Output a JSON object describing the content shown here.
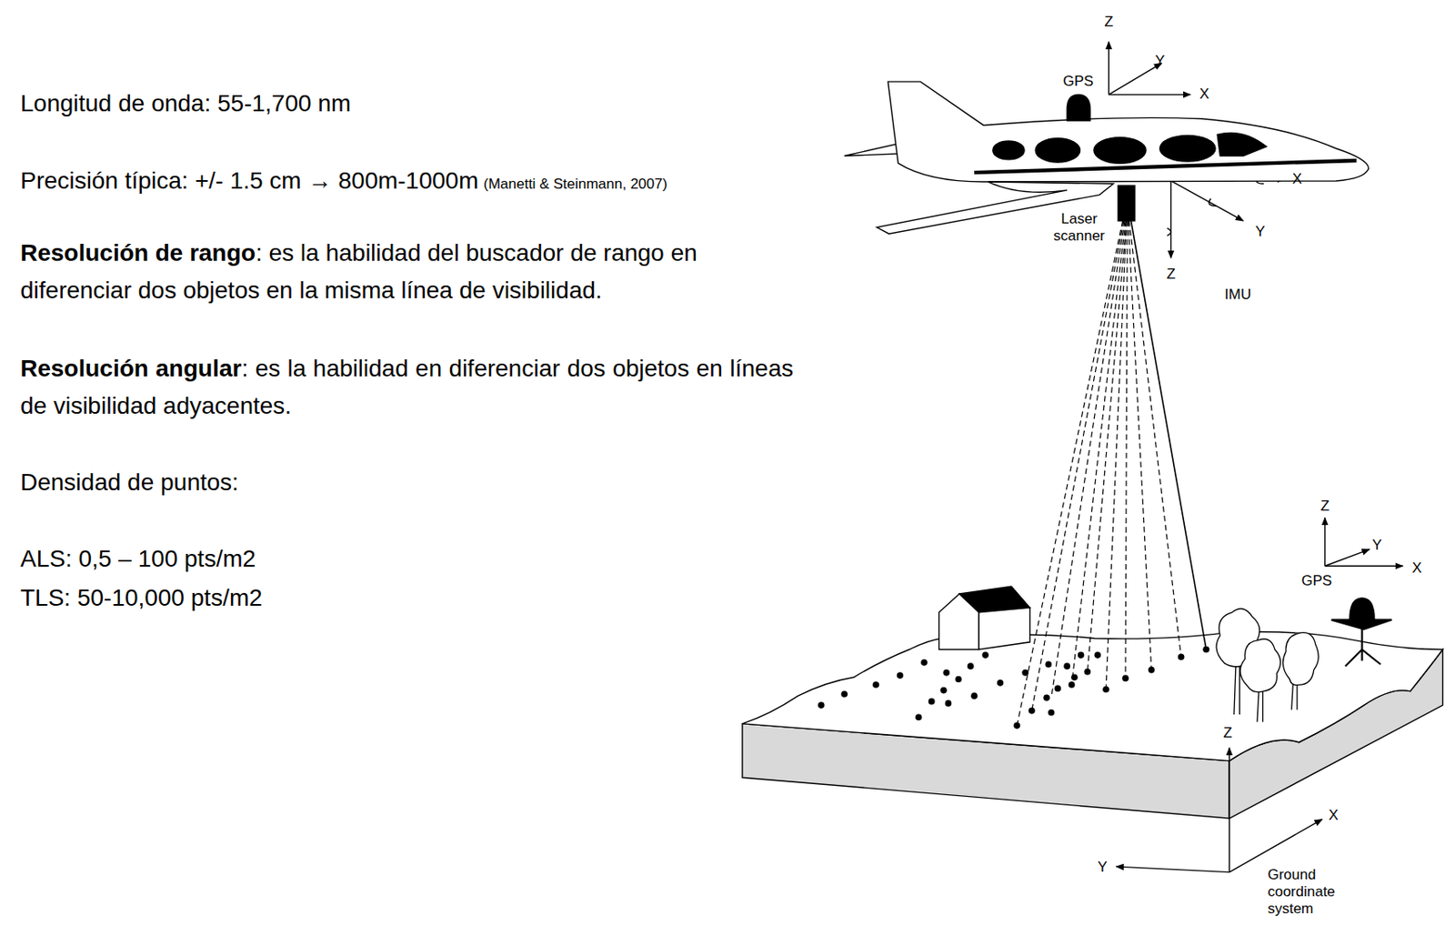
{
  "diagram": {
    "labels": [
      "Longitud de onda: 55-1,700 nm",
      "Precisión típica: +/- 1.5 cm → 800m-1000m",
      "(Manetti & Steinmann, 2007)",
      "Resolución de rango",
      ": es la habilidad del buscador de rango en diferenciar dos objetos en la misma línea de visibilidad.",
      "Resolución angular",
      ": es la habilidad en diferenciar dos objetos en líneas de visibilidad adyacentes.",
      "Densidad de puntos:",
      "ALS: 0,5 – 100 pts/m2",
      "TLS: 50-10,000 pts/m2",
      "Z",
      "Y",
      "X",
      "GPS",
      "X",
      "Y",
      "Z",
      "Laser scanner",
      "IMU",
      "Z",
      "Y",
      "X",
      "GPS",
      "Z",
      "X",
      "Y",
      "Ground coordinate system"
    ]
  }
}
